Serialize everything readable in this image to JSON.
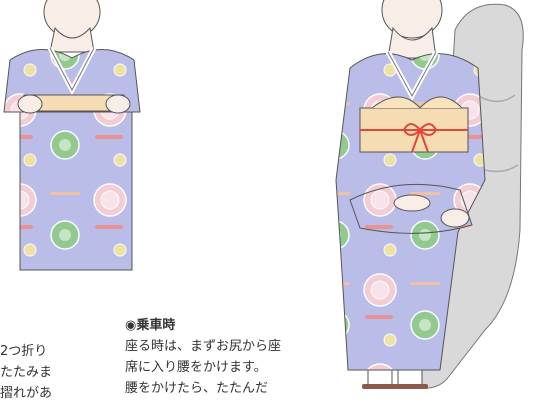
{
  "colors": {
    "kimono_base": "#b9bde8",
    "chrysanthemum_pink": "#f7cdd3",
    "chrysanthemum_green": "#8fca8a",
    "obi": "#f6dcb2",
    "obi_cord": "#e2473b",
    "seat": "#d9d9d9",
    "skin": "#f8eee7"
  },
  "left_text": {
    "lines": [
      "2つ折り",
      "たたみま",
      "摺れがあ"
    ]
  },
  "right_text": {
    "heading": "◉乗車時",
    "lines": [
      "座る時は、まずお尻から座",
      "席に入り腰をかけます。",
      "腰をかけたら、たたんだ"
    ]
  }
}
